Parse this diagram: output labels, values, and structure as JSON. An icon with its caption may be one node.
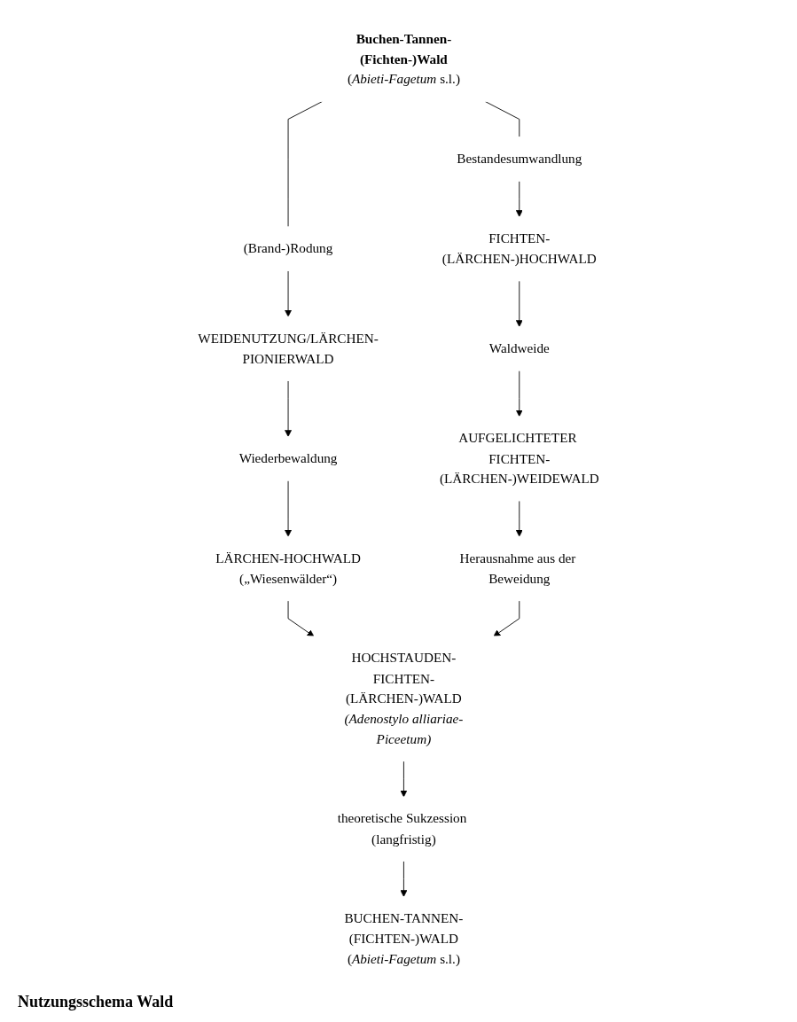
{
  "diagram": {
    "caption": "Nutzungsschema Wald",
    "nodes": [
      {
        "text": [
          "Buchen-Tannen-(Fichten-)Wald",
          "(*Abieti-Fagetum* s.l.)"
        ]
      },
      {
        "text": [
          "(Brand-)Rodung"
        ]
      },
      {
        "text": [
          "Bestandesumwandlung"
        ]
      },
      {
        "text": [
          "WEIDENUTZUNG/LÄRCHEN-PIONIERWALD"
        ]
      },
      {
        "text": [
          "FICHTEN-(LÄRCHEN-)HOCHWALD"
        ]
      },
      {
        "text": [
          "Wiederbewaldung"
        ]
      },
      {
        "text": [
          "Waldweide"
        ]
      },
      {
        "text": [
          "LÄRCHEN-HOCHWALD",
          "(„Wiesenwälder“)"
        ]
      },
      {
        "text": [
          "AUFGELICHTETER FICHTEN-(LÄRCHEN-)WEIDEWALD"
        ]
      },
      {
        "text": [
          "Herausnahme aus der Beweidung"
        ]
      },
      {
        "text": [
          "HOCHSTAUDEN-FICHTEN-(LÄRCHEN-)WALD",
          "*(Adenostylo alliariae-Piceetum)*"
        ]
      },
      {
        "text": [
          "theoretische Sukzession (langfristig)"
        ]
      },
      {
        "text": [
          "BUCHEN-TANNEN-(FICHTEN-)WALD",
          "(*Abieti-Fagetum* s.l.)"
        ]
      }
    ],
    "edges": [
      {
        "from": 0,
        "to": 1,
        "arrow": "none"
      },
      {
        "from": 0,
        "to": 2,
        "arrow": "none"
      },
      {
        "from": 1,
        "to": 3,
        "arrow": "to"
      },
      {
        "from": 3,
        "to": 5,
        "arrow": "to"
      },
      {
        "from": 5,
        "to": 7,
        "arrow": "to"
      },
      {
        "from": 7,
        "to": 10,
        "arrow": "to"
      },
      {
        "from": 2,
        "to": 4,
        "arrow": "to"
      },
      {
        "from": 4,
        "to": 6,
        "arrow": "to"
      },
      {
        "from": 6,
        "to": 8,
        "arrow": "to"
      },
      {
        "from": 8,
        "to": 9,
        "arrow": "to"
      },
      {
        "from": 9,
        "to": 10,
        "arrow": "to"
      },
      {
        "from": 10,
        "to": 11,
        "arrow": "to"
      },
      {
        "from": 11,
        "to": 12,
        "arrow": "to"
      }
    ]
  }
}
